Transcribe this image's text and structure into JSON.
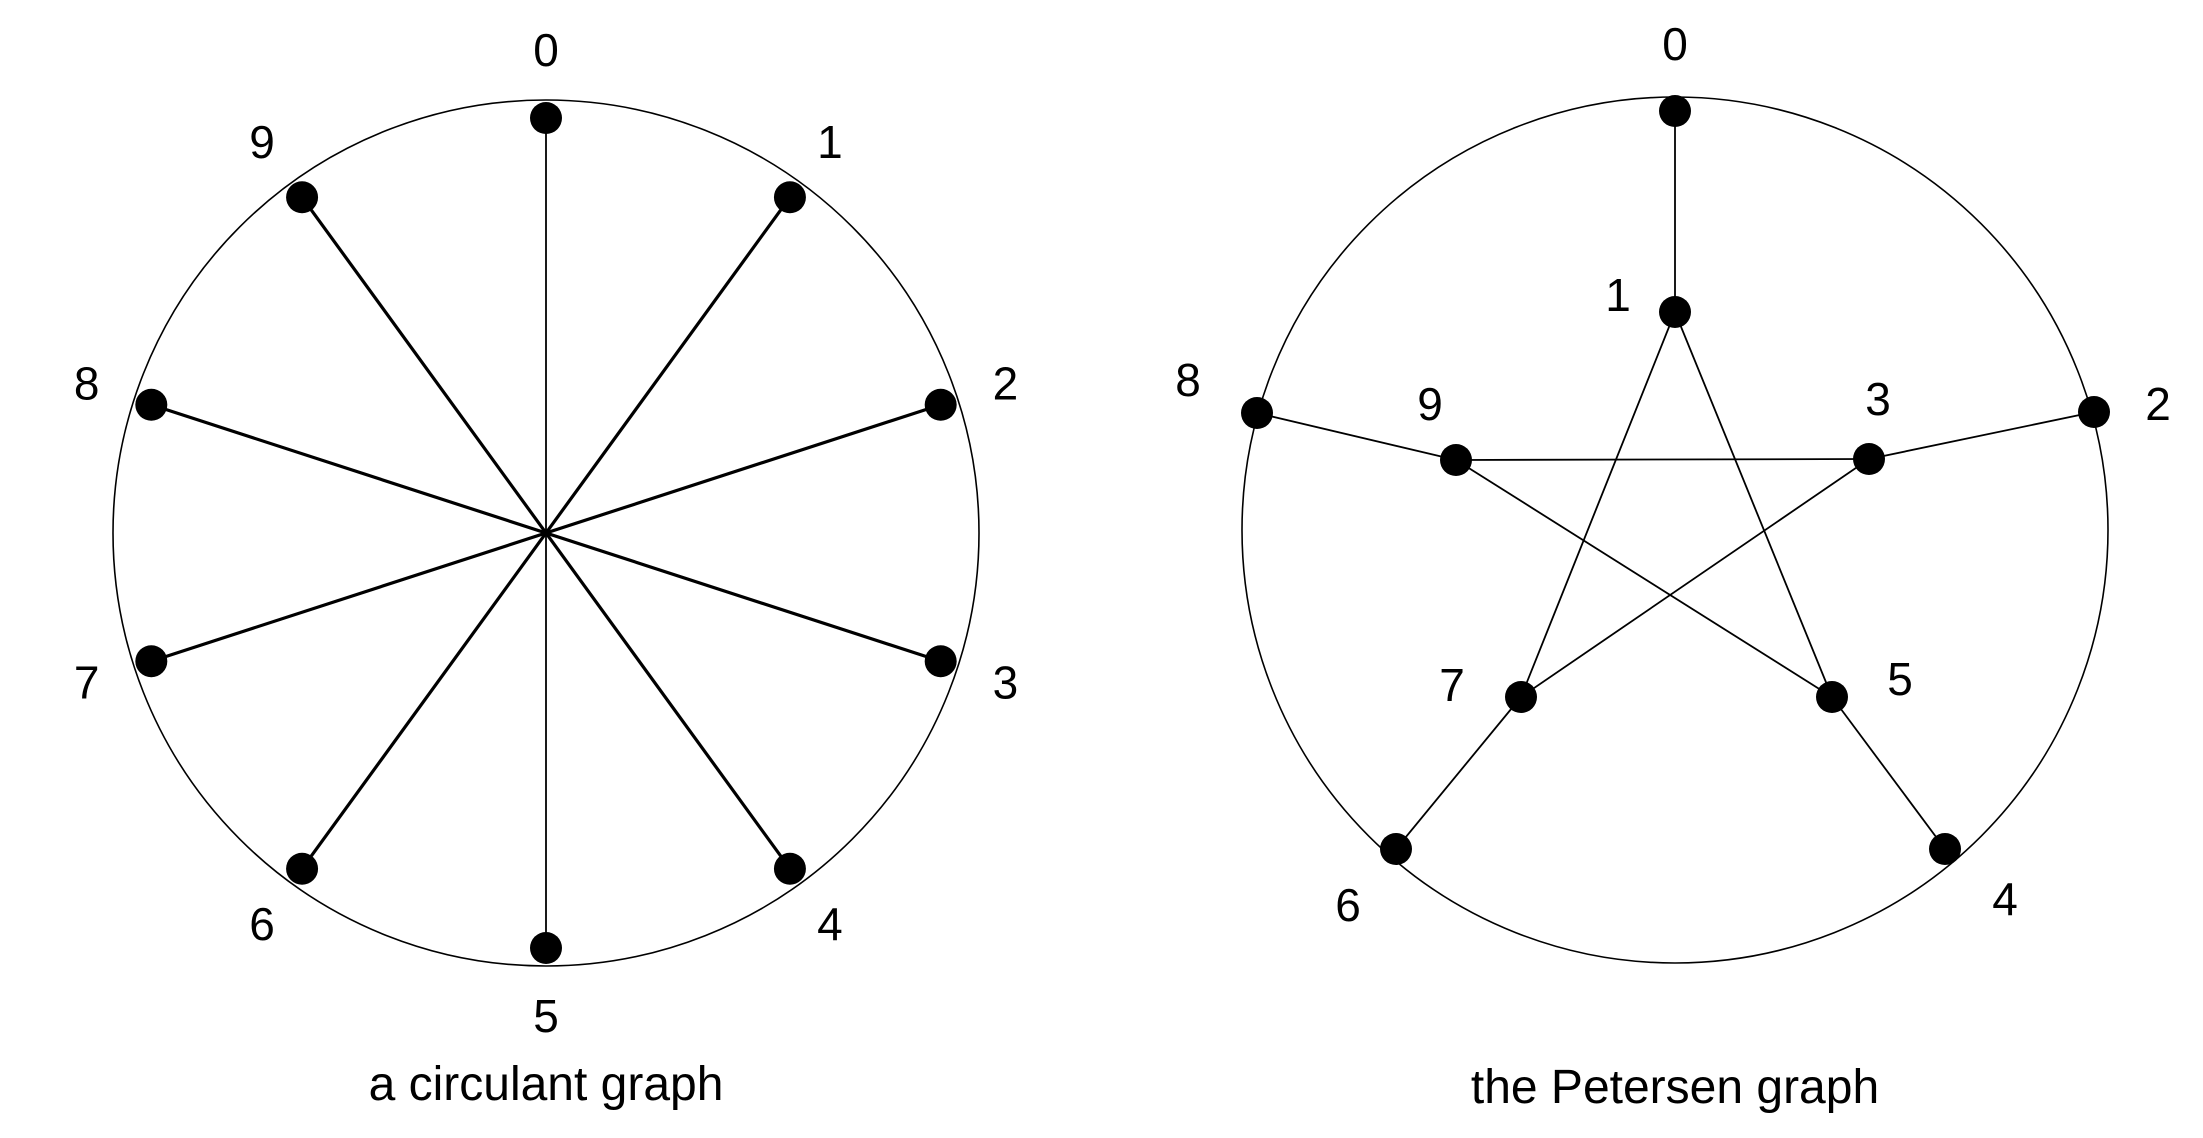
{
  "graphs": [
    {
      "caption": "a circulant graph",
      "vertices": [
        {
          "id": 0,
          "label": "0"
        },
        {
          "id": 1,
          "label": "1"
        },
        {
          "id": 2,
          "label": "2"
        },
        {
          "id": 3,
          "label": "3"
        },
        {
          "id": 4,
          "label": "4"
        },
        {
          "id": 5,
          "label": "5"
        },
        {
          "id": 6,
          "label": "6"
        },
        {
          "id": 7,
          "label": "7"
        },
        {
          "id": 8,
          "label": "8"
        },
        {
          "id": 9,
          "label": "9"
        }
      ],
      "edges": [
        [
          0,
          5
        ],
        [
          1,
          6
        ],
        [
          2,
          7
        ],
        [
          3,
          8
        ],
        [
          4,
          9
        ]
      ],
      "has_outer_circle": true
    },
    {
      "caption": "the Petersen graph",
      "vertices": [
        {
          "id": 0,
          "label": "0"
        },
        {
          "id": 1,
          "label": "1"
        },
        {
          "id": 2,
          "label": "2"
        },
        {
          "id": 3,
          "label": "3"
        },
        {
          "id": 4,
          "label": "4"
        },
        {
          "id": 5,
          "label": "5"
        },
        {
          "id": 6,
          "label": "6"
        },
        {
          "id": 7,
          "label": "7"
        },
        {
          "id": 8,
          "label": "8"
        },
        {
          "id": 9,
          "label": "9"
        }
      ],
      "edges": [
        [
          0,
          1
        ],
        [
          2,
          3
        ],
        [
          4,
          5
        ],
        [
          6,
          7
        ],
        [
          8,
          9
        ],
        [
          1,
          5
        ],
        [
          5,
          9
        ],
        [
          9,
          3
        ],
        [
          3,
          7
        ],
        [
          7,
          1
        ]
      ],
      "has_outer_circle": true
    }
  ]
}
